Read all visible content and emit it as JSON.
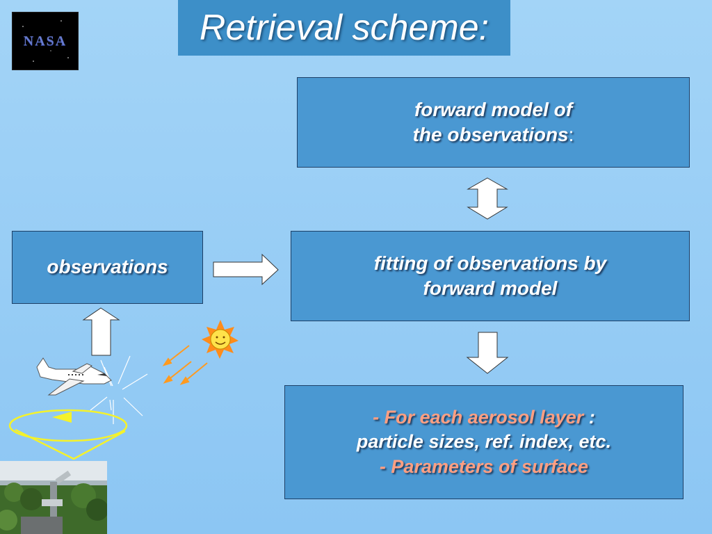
{
  "title": "Retrieval scheme:",
  "logo": {
    "text": "NASA"
  },
  "boxes": {
    "forward_model": {
      "line1": "forward model of",
      "line2": "the observations",
      "suffix": ":"
    },
    "observations": {
      "label": "observations"
    },
    "fitting": {
      "line1": "fitting of observations by",
      "line2": "forward model"
    },
    "parameters": {
      "line1_prefix": "- ",
      "line1_highlight": "For each aerosol layer",
      "line1_suffix": " :",
      "line2": "particle sizes, ref. index, etc.",
      "line3_prefix": "- ",
      "line3_highlight": "Parameters of surface"
    }
  },
  "colors": {
    "background": "#a3d4f7",
    "box_fill": "#4a98d2",
    "title_bar": "#3d8fc8",
    "highlight_text": "#ff9f82",
    "sun_rays": "#ff9a1f",
    "orbit": "#f5f22a"
  },
  "icons": [
    "nasa-logo",
    "airplane-icon",
    "sun-icon",
    "orbit-ellipse",
    "photometer-photo"
  ]
}
